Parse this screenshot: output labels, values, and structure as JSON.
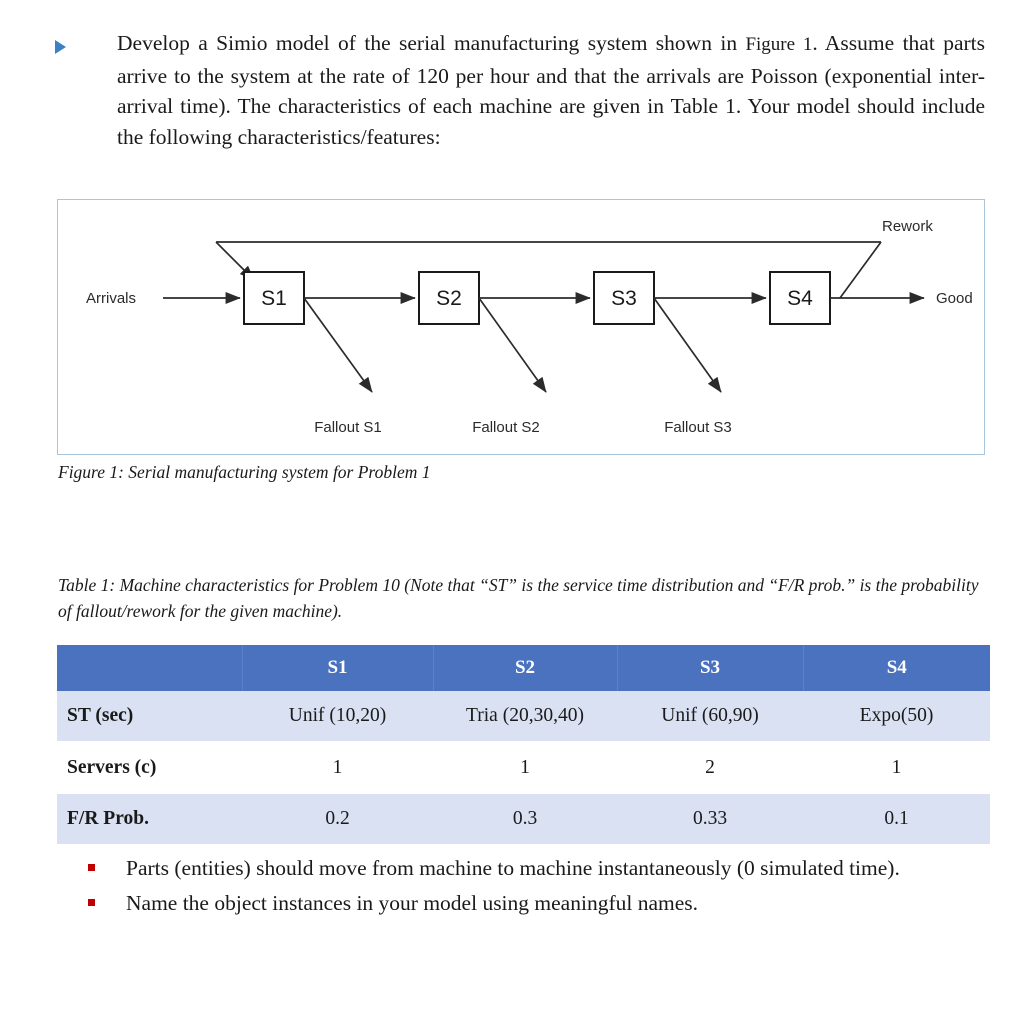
{
  "intro": {
    "bullet_icon": "triangle-bullet-icon",
    "text_part1": "Develop a Simio model of the serial manufacturing system shown in ",
    "text_figure_ref": "Figure 1",
    "text_part2": ". Assume that parts arrive to the system at the rate of 120 per hour and that the arrivals are Poisson (exponential inter-arrival time). The characteristics of each machine are given in Table 1. Your model should include the following characteristics/features:"
  },
  "figure": {
    "caption": "Figure 1: Serial manufacturing system for Problem 1",
    "labels": {
      "arrivals": "Arrivals",
      "rework": "Rework",
      "good": "Good",
      "fallout_s1": "Fallout S1",
      "fallout_s2": "Fallout S2",
      "fallout_s3": "Fallout S3"
    },
    "machines": [
      {
        "name": "S1"
      },
      {
        "name": "S2"
      },
      {
        "name": "S3"
      },
      {
        "name": "S4"
      }
    ]
  },
  "table": {
    "caption": "Table 1: Machine characteristics for Problem 10 (Note that “ST” is the service time distribution and “F/R prob.” is the probability of fallout/rework for the given machine).",
    "header_color": "#4a72bf",
    "shaded_row_color": "#d9e1f2",
    "columns": [
      "",
      "S1",
      "S2",
      "S3",
      "S4"
    ],
    "rows": [
      {
        "label": "ST (sec)",
        "values": [
          "Unif (10,20)",
          "Tria (20,30,40)",
          "Unif (60,90)",
          "Expo(50)"
        ]
      },
      {
        "label": "Servers (c)",
        "values": [
          "1",
          "1",
          "2",
          "1"
        ]
      },
      {
        "label": "F/R Prob.",
        "values": [
          "0.2",
          "0.3",
          "0.33",
          "0.1"
        ]
      }
    ]
  },
  "requirements": {
    "bullet_color": "#c00000",
    "items": [
      "Parts (entities) should move from machine to machine instantaneously (0 simulated time).",
      "Name the object instances in your model using meaningful names."
    ]
  }
}
